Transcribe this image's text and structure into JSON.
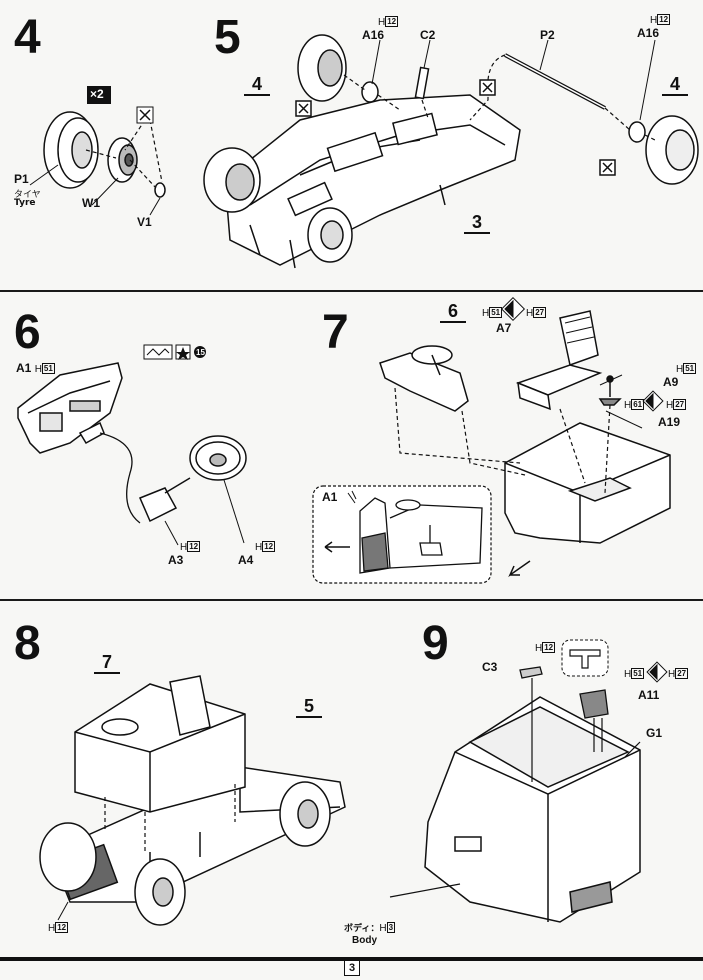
{
  "steps": {
    "s4": {
      "number": "4",
      "multiplier": "×2",
      "parts": {
        "p1": "P1",
        "p1_sub": "タイヤ",
        "p1_en": "Tyre",
        "w1": "W1",
        "v1": "V1"
      }
    },
    "s5": {
      "number": "5",
      "ref_left": "4",
      "ref_right": "4",
      "ref_bottom": "3",
      "parts": {
        "a16_left": "A16",
        "a16_left_color": "H",
        "a16_left_code": "12",
        "c2": "C2",
        "p2": "P2",
        "a16_right": "A16",
        "a16_right_color": "H",
        "a16_right_code": "12"
      }
    },
    "s6": {
      "number": "6",
      "parts": {
        "a1": "A1",
        "a1_color": "H",
        "a1_code": "51",
        "decal_no": "15",
        "a3": "A3",
        "a3_color": "H",
        "a3_code": "12",
        "a4": "A4",
        "a4_color": "H",
        "a4_code": "12"
      }
    },
    "s7": {
      "number": "7",
      "ref_top": "6",
      "parts": {
        "a7": "A7",
        "a7_mix_a": "51",
        "a7_mix_b": "27",
        "a9": "A9",
        "a9_color": "H",
        "a9_code": "51",
        "a19": "A19",
        "a19_mix_a": "61",
        "a19_mix_b": "27",
        "inset_a1": "A1"
      }
    },
    "s8": {
      "number": "8",
      "ref_left": "7",
      "ref_right": "5",
      "parts": {
        "bottom_color": "H",
        "bottom_code": "12"
      }
    },
    "s9": {
      "number": "9",
      "parts": {
        "c3": "C3",
        "c3_color": "H",
        "c3_code": "12",
        "a11": "A11",
        "a11_mix_a": "51",
        "a11_mix_b": "27",
        "g1": "G1",
        "body_jp": "ボディ：",
        "body_color": "H",
        "body_code": "3",
        "body_en": "Body"
      }
    }
  },
  "footer": {
    "page_number": "3"
  },
  "colors": {
    "ink": "#111111",
    "paper": "#f7f7f5",
    "tone": "#8a8a8a"
  }
}
